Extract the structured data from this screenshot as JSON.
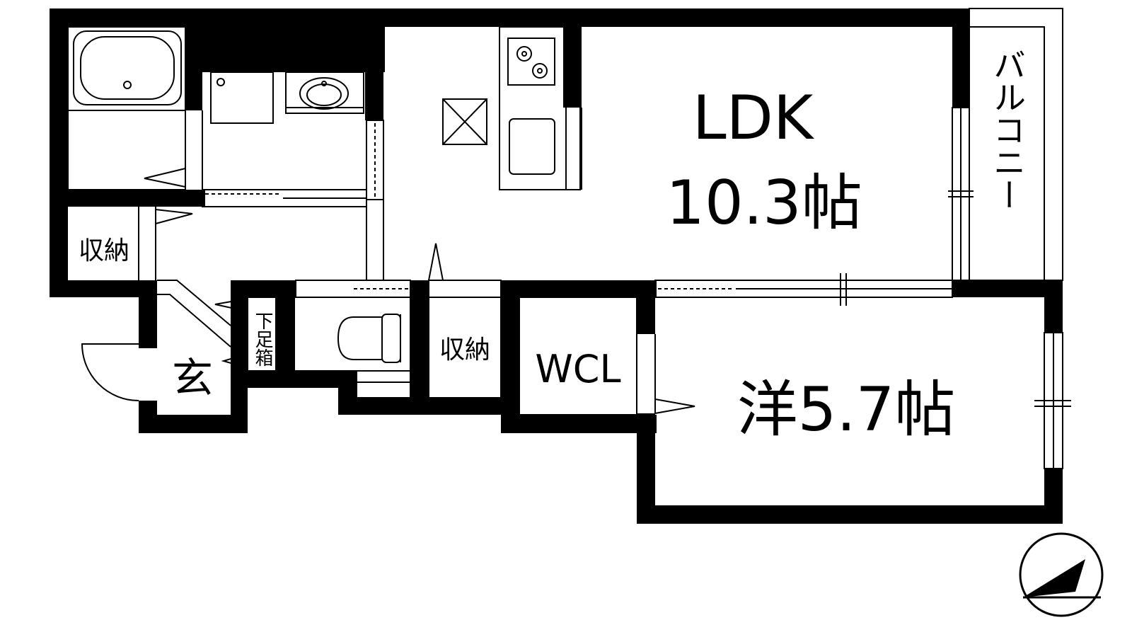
{
  "floorplan": {
    "rooms": {
      "ldk_name": "LDK",
      "ldk_size": "10.3帖",
      "western_room": "洋5.7帖",
      "wcl": "WCL",
      "storage_left": "収納",
      "storage_mid": "収納",
      "entrance": "玄",
      "shoe_box": "下足箱",
      "balcony": "バルコニー"
    }
  }
}
